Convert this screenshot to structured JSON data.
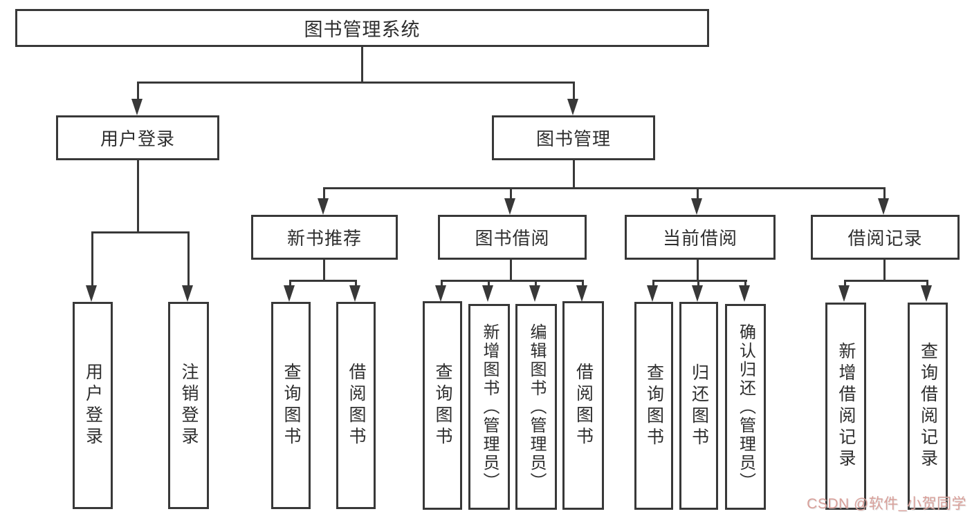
{
  "diagram": {
    "root": {
      "label": "图书管理系统"
    },
    "branches": [
      {
        "label": "用户登录",
        "children": [
          {
            "label": "用户登录"
          },
          {
            "label": "注销登录"
          }
        ]
      },
      {
        "label": "图书管理",
        "children": [
          {
            "label": "新书推荐",
            "children": [
              {
                "label": "查询图书"
              },
              {
                "label": "借阅图书"
              }
            ]
          },
          {
            "label": "图书借阅",
            "children": [
              {
                "label": "查询图书"
              },
              {
                "label": "新增图书（管理员）"
              },
              {
                "label": "编辑图书（管理员）"
              },
              {
                "label": "借阅图书"
              }
            ]
          },
          {
            "label": "当前借阅",
            "children": [
              {
                "label": "查询图书"
              },
              {
                "label": "归还图书"
              },
              {
                "label": "确认归还（管理员）"
              }
            ]
          },
          {
            "label": "借阅记录",
            "children": [
              {
                "label": "新增借阅记录"
              },
              {
                "label": "查询借阅记录"
              }
            ]
          }
        ]
      }
    ]
  },
  "watermark": {
    "text": "CSDN @软件_小贺同学"
  },
  "colors": {
    "line": "#383838",
    "watermark": "#d9a09a",
    "background": "#ffffff"
  }
}
